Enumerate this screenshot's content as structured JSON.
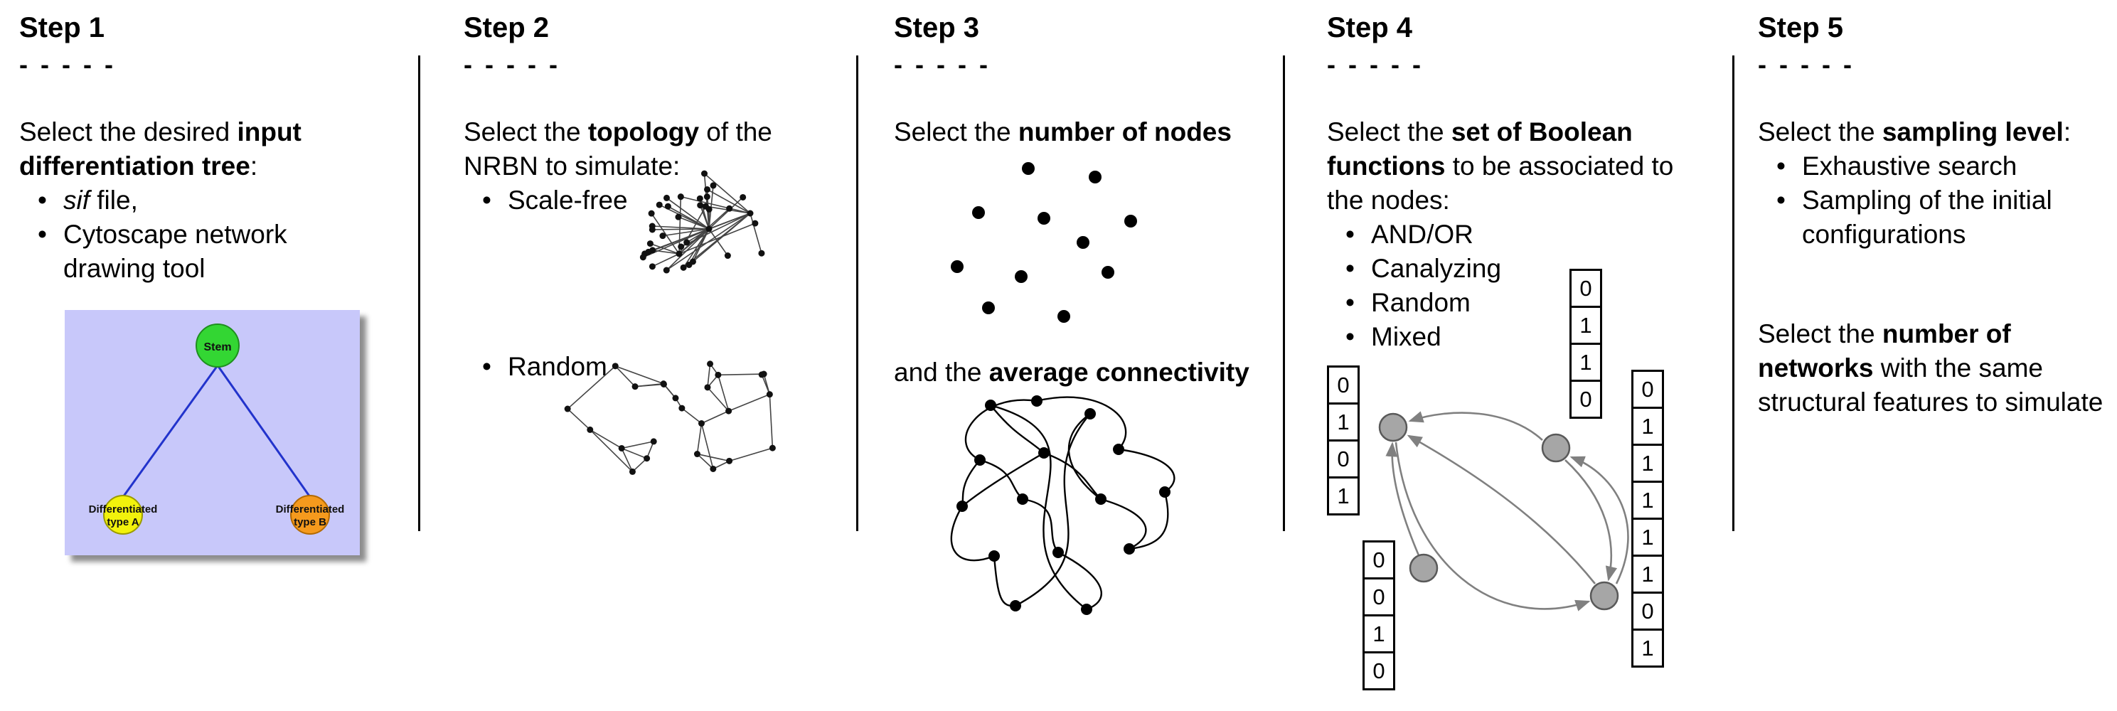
{
  "steps": [
    {
      "title": "Step 1",
      "dashes": "- - - - -",
      "intro": {
        "pre": "Select the desired ",
        "bold": "input differentiation tree",
        "post": ":"
      },
      "bullet_sif_italic": "sif",
      "bullet_sif_rest": " file,",
      "bullet_cytoscape": "Cytoscape network drawing tool",
      "tree": {
        "stem_label": "Stem",
        "type_a_line1": "Differentiated",
        "type_a_line2": "type A",
        "type_b_line1": "Differentiated",
        "type_b_line2": "type B",
        "background_color": "#c8c8fa",
        "stem_color": "#33d633",
        "type_a_color": "#f2f20c",
        "type_b_color": "#f59a1d",
        "edge_color": "#2233cc"
      }
    },
    {
      "title": "Step 2",
      "dashes": "- - - - -",
      "intro": {
        "pre": "Select the ",
        "bold": "topology",
        "post": " of the NRBN to simulate:"
      },
      "bullets": [
        "Scale-free",
        "Random"
      ]
    },
    {
      "title": "Step 3",
      "dashes": "- - - - -",
      "line1": {
        "pre": "Select the ",
        "bold": "number of nodes"
      },
      "line2": {
        "pre": "and the ",
        "bold": "average connectivity"
      }
    },
    {
      "title": "Step 4",
      "dashes": "- - - - -",
      "intro": {
        "pre": "Select the ",
        "bold": "set of Boolean functions",
        "post": " to be associated to the nodes:"
      },
      "bullets": [
        "AND/OR",
        "Canalyzing",
        "Random",
        "Mixed"
      ],
      "truth_tables": {
        "top": [
          "0",
          "1",
          "1",
          "0"
        ],
        "left": [
          "0",
          "1",
          "0",
          "1"
        ],
        "bottom_left": [
          "0",
          "0",
          "1",
          "0"
        ],
        "right": [
          "0",
          "1",
          "1",
          "1",
          "1",
          "1",
          "0",
          "1"
        ]
      }
    },
    {
      "title": "Step 5",
      "dashes": "- - - - -",
      "intro": {
        "pre": "Select the ",
        "bold": "sampling level",
        "post": ":"
      },
      "bullets": [
        "Exhaustive search",
        "Sampling of the initial configurations"
      ],
      "paragraph2": {
        "pre": "Select the ",
        "bold": "number of networks",
        "post": " with the same structural features to simulate"
      }
    }
  ]
}
